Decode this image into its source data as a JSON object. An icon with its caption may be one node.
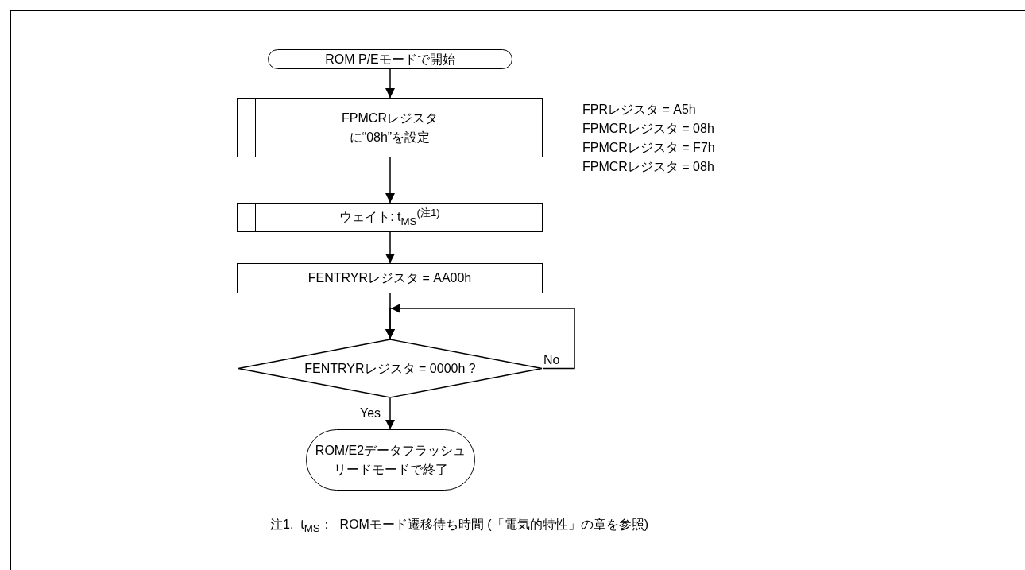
{
  "diagram": {
    "nodes": [
      {
        "text": [
          "ROM P/Eモードで開始"
        ]
      },
      {
        "text": [
          "FPMCRレジスタに“08h”を設定"
        ]
      },
      {
        "text": [
          "ウェイト: t$_{MS}$$^{(注1)}$"
        ]
      },
      {
        "text": [
          "FENTRYRレジスタ = AA00h"
        ]
      },
      {
        "text": [
          "FENTRYRレジスタ = 0000h ?"
        ]
      },
      {
        "text": [
          "ROM/E2データフラッシュリードモードで終了"
        ]
      }
    ],
    "edges": [
      {
        "from": 0,
        "to": 1,
        "arrow": "to"
      },
      {
        "from": 1,
        "to": 2,
        "arrow": "to"
      },
      {
        "from": 2,
        "to": 3,
        "arrow": "to"
      },
      {
        "from": 3,
        "to": 4,
        "arrow": "to"
      },
      {
        "from": 4,
        "to": 4,
        "arrow": "to",
        "label": "No"
      },
      {
        "from": 4,
        "to": 5,
        "arrow": "to",
        "label": "Yes"
      }
    ],
    "labels": [
      "FPRレジスタ = A5h",
      "FPMCRレジスタ = 08h",
      "FPMCRレジスタ = F7h",
      "FPMCRレジスタ = 08h",
      "注1.  t$_{MS}$：  ROMモード遷移待ち時間 (「電気的特性」の章を参照)"
    ]
  }
}
